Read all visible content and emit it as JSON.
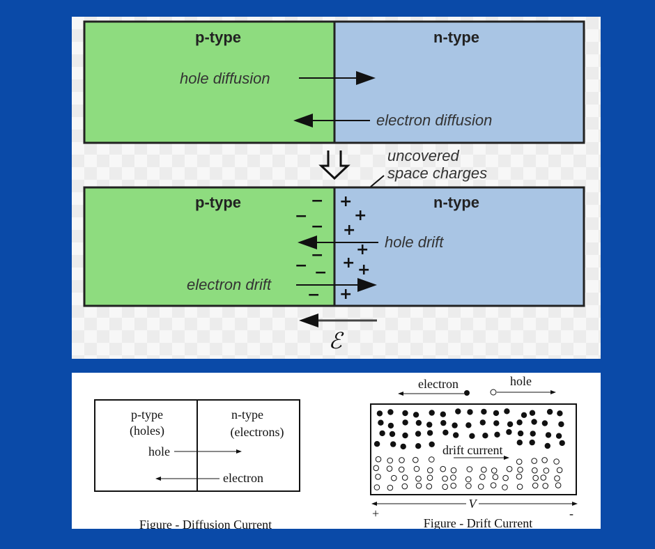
{
  "colors": {
    "background": "#0a4aa8",
    "p_region": "#8edc7f",
    "n_region": "#a9c5e4"
  },
  "top": {
    "before": {
      "p_label": "p-type",
      "n_label": "n-type",
      "hole_diffusion": "hole diffusion",
      "electron_diffusion": "electron diffusion"
    },
    "transition_icon": "down-double-arrow-icon",
    "annotation": [
      "uncovered",
      "space charges"
    ],
    "after": {
      "p_label": "p-type",
      "n_label": "n-type",
      "hole_drift": "hole drift",
      "electron_drift": "electron drift"
    },
    "field_symbol": "ℰ"
  },
  "diffusion": {
    "p_label": "p-type",
    "p_sub": "(holes)",
    "n_label": "n-type",
    "n_sub": "(electrons)",
    "hole": "hole",
    "electron": "electron",
    "caption": "Figure - Diffusion Current"
  },
  "drift": {
    "electron": "electron",
    "hole": "hole",
    "drift_current": "drift current",
    "voltage": "V",
    "plus": "+",
    "minus": "-",
    "caption": "Figure - Drift Current"
  }
}
